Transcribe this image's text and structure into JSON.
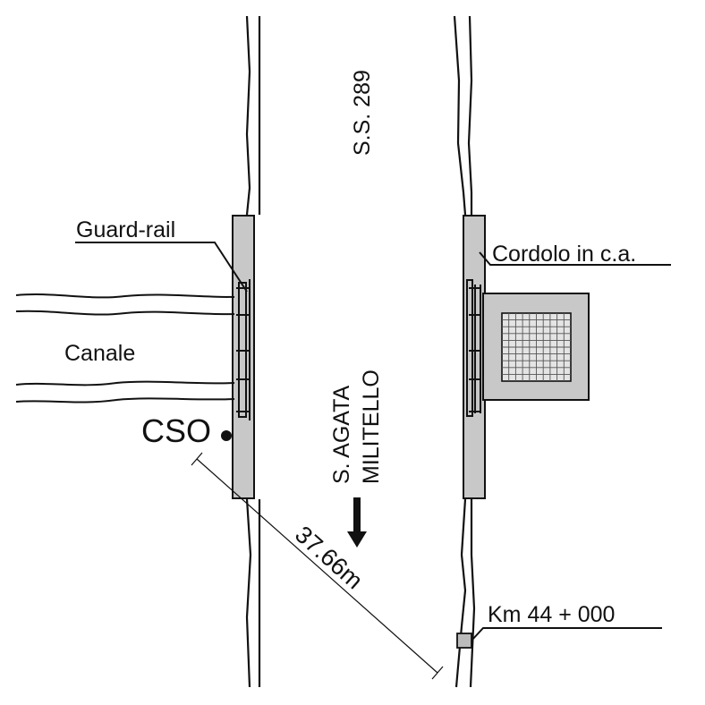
{
  "labels": {
    "road": "S.S. 289",
    "guardrail": "Guard-rail",
    "curb": "Cordolo in c.a.",
    "canal": "Canale",
    "cso": "CSO",
    "direction_line1": "S. AGATA",
    "direction_line2": "MILITELLO",
    "distance": "37.66m",
    "milestone": "Km 44 + 000"
  },
  "colors": {
    "line": "#111111",
    "slab_fill": "#c8c8c8",
    "background": "#ffffff"
  }
}
